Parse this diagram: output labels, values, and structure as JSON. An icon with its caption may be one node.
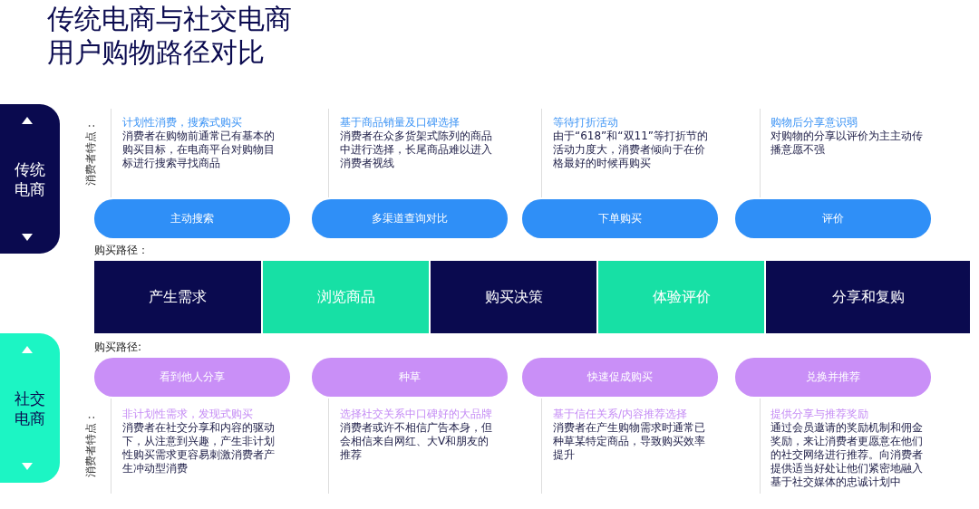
{
  "diagram": {
    "title": "传统电商与社交电商用户购物路径对比",
    "nodes": [
      {
        "text": [
          "传统电商"
        ]
      },
      {
        "text": [
          "主动搜索"
        ],
        "beside": [
          "计划性消费，搜索式购买",
          "消费者在购物前通常已有基本的购买目标，在电商平台对购物目标进行搜索寻找商品"
        ]
      },
      {
        "text": [
          "多渠道查询对比"
        ],
        "beside": [
          "基于商品销量及口碑选择",
          "消费者在众多货架式陈列的商品中进行选择，长尾商品难以进入消费者视线"
        ]
      },
      {
        "text": [
          "下单购买"
        ],
        "beside": [
          "等待打折活动",
          "由于“618”和“双11”等打折节的活动力度大，消费者倾向于在价格最好的时候再购买"
        ]
      },
      {
        "text": [
          "评价"
        ],
        "beside": [
          "购物后分享意识弱",
          "对购物的分享以评价为主主动传播意愿不强"
        ]
      },
      {
        "text": [
          "产生需求"
        ]
      },
      {
        "text": [
          "浏览商品"
        ]
      },
      {
        "text": [
          "购买决策"
        ]
      },
      {
        "text": [
          "体验评价"
        ]
      },
      {
        "text": [
          "分享和复购"
        ]
      },
      {
        "text": [
          "社交电商"
        ]
      },
      {
        "text": [
          "看到他人分享"
        ],
        "beside": [
          "非计划性需求，发现式购买",
          "消费者在社交分享和内容的驱动下，从注意到兴趣，产生非计划性购买需求更容易刺激消费者产生冲动型消费"
        ]
      },
      {
        "text": [
          "种草"
        ],
        "beside": [
          "选择社交关系中口碑好的大品牌",
          "消费者或许不相信广告本身，但会相信来自网红、大V和朋友的推荐"
        ]
      },
      {
        "text": [
          "快速促成购买"
        ],
        "beside": [
          "基于信任关系/内容推荐选择",
          "消费者在产生购物需求时通常已种草某特定商品，导致购买效率提升"
        ]
      },
      {
        "text": [
          "兑换并推荐"
        ],
        "beside": [
          "提供分享与推荐奖励",
          "通过会员邀请的奖励机制和佣金奖励，来让消费者更愿意在他们的社交网络进行推荐。向消费者提供适当好处让他们紧密地融入基于社交媒体的忠诚计划中"
        ]
      }
    ],
    "labels": [
      "消费者特点：",
      "购买路径：",
      "购买路径:",
      "消费者特点："
    ]
  }
}
